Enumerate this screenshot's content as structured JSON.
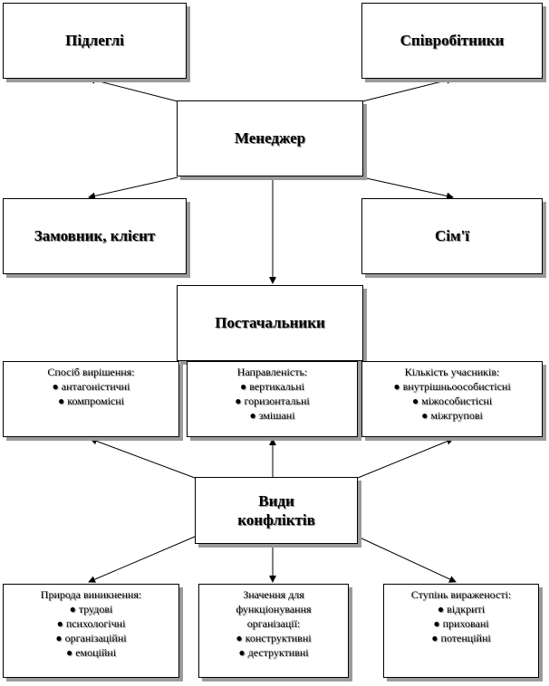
{
  "top_diagram": {
    "center": "Менеджер",
    "subordinates": "Підлеглі",
    "colleagues": "Співробітники",
    "customer": "Замовник, клієнт",
    "family": "Сім'ї",
    "suppliers": "Постачальники"
  },
  "conflict_types": {
    "center": "Види конфліктів",
    "resolution": {
      "heading": "Спосіб вирішення:",
      "items": [
        "антагоністичні",
        "компромісні"
      ]
    },
    "direction": {
      "heading": "Направленість:",
      "items": [
        "вертикальні",
        "горизонтальні",
        "змішані"
      ]
    },
    "participants": {
      "heading": "Кількість учасників:",
      "items": [
        "внутрішньоособистісні",
        "міжособистісні",
        "міжгрупові"
      ]
    },
    "origin": {
      "heading": "Природа виникнення:",
      "items": [
        "трудові",
        "психологічні",
        "організаційні",
        "емоційні"
      ]
    },
    "significance": {
      "heading": "Значення для функціонування організації:",
      "items": [
        "конструктивні",
        "деструктивні"
      ]
    },
    "expression": {
      "heading": "Ступінь вираженості:",
      "items": [
        "відкриті",
        "приховані",
        "потенційні"
      ]
    }
  }
}
